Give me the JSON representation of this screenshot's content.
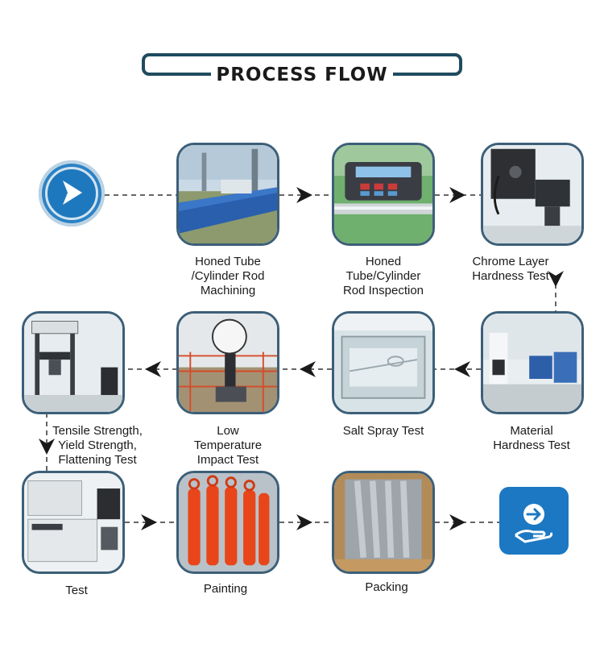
{
  "title": "PROCESS FLOW",
  "icons": {
    "start": "arrow-right-icon",
    "end": "hand-with-arrow-icon"
  },
  "colors": {
    "frame": "#1f4b5f",
    "accent_blue": "#1e78be",
    "tile_border": "#3d5f78"
  },
  "steps": [
    {
      "id": "honed-tube-machining",
      "lines": [
        "Honed Tube",
        "/Cylinder Rod",
        "Machining"
      ]
    },
    {
      "id": "rod-inspection",
      "lines": [
        "Honed",
        "Tube/Cylinder",
        "Rod Inspection"
      ]
    },
    {
      "id": "chrome-hardness",
      "lines": [
        "Chrome Layer",
        "Hardness Test"
      ]
    },
    {
      "id": "material-hardness",
      "lines": [
        "Material",
        "Hardness Test"
      ]
    },
    {
      "id": "salt-spray",
      "lines": [
        "Salt Spray Test"
      ]
    },
    {
      "id": "impact-test",
      "lines": [
        "Low",
        "Temperature",
        "Impact Test"
      ]
    },
    {
      "id": "tensile-test",
      "lines": [
        "Tensile Strength,",
        "Yield Strength,",
        "Flattening Test"
      ]
    },
    {
      "id": "test",
      "lines": [
        "Test"
      ]
    },
    {
      "id": "painting",
      "lines": [
        "Painting"
      ]
    },
    {
      "id": "packing",
      "lines": [
        "Packing"
      ]
    }
  ]
}
